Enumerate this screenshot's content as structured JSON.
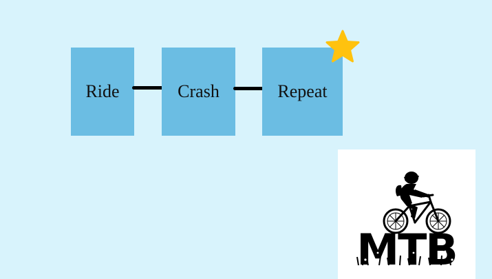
{
  "steps": [
    {
      "label": "Ride"
    },
    {
      "label": "Crash"
    },
    {
      "label": "Repeat"
    }
  ],
  "colors": {
    "background": "#d8f3fc",
    "box_fill": "#6bbde3",
    "connector": "#000000",
    "star": "#ffc20e"
  },
  "icons": [
    "star-icon",
    "mtb-logo"
  ],
  "logo": {
    "text": "MTB"
  }
}
